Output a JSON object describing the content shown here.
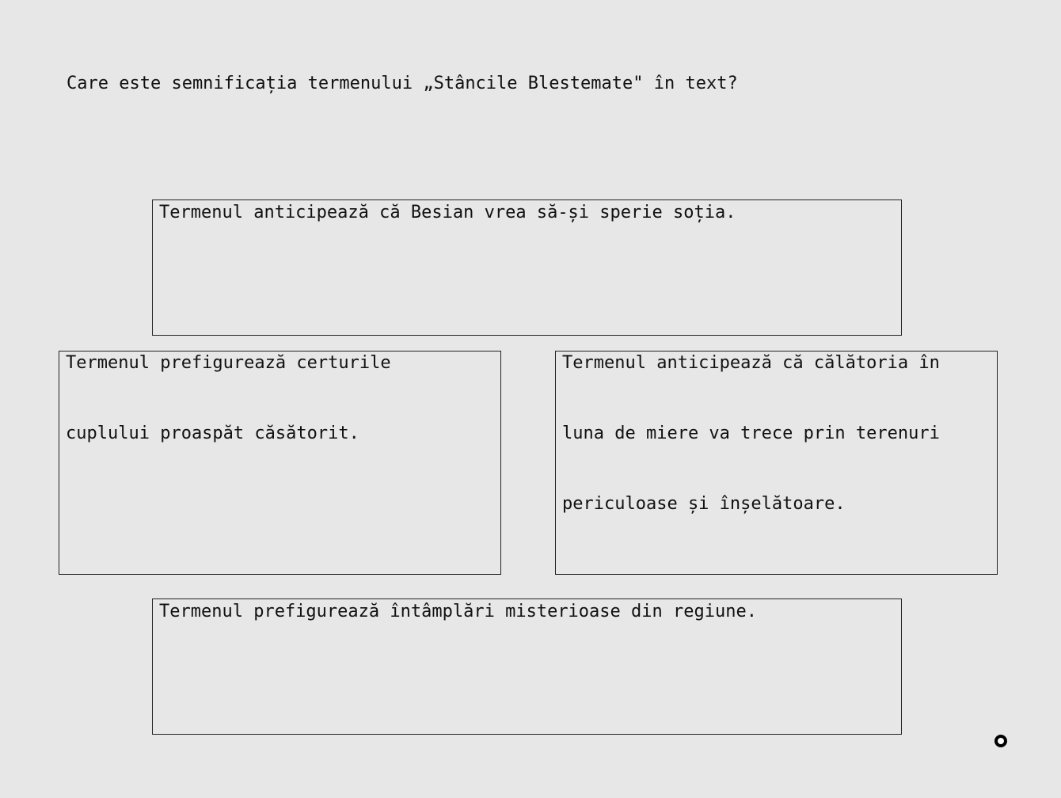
{
  "question": "Care este semnificația termenului „Stâncile Blestemate\" în text?",
  "options": [
    {
      "label": "Termenul anticipează că Besian vrea să-și sperie soția."
    },
    {
      "label": "Termenul prefigurează certurile\ncuplului proaspăt căsătorit."
    },
    {
      "label": "Termenul anticipează că călătoria în\nluna de miere va trece prin terenuri\npericuloase și înșelătoare."
    },
    {
      "label": "Termenul prefigurează întâmplări misterioase din regiune."
    }
  ],
  "cursor_icon": "ring-cursor-icon"
}
